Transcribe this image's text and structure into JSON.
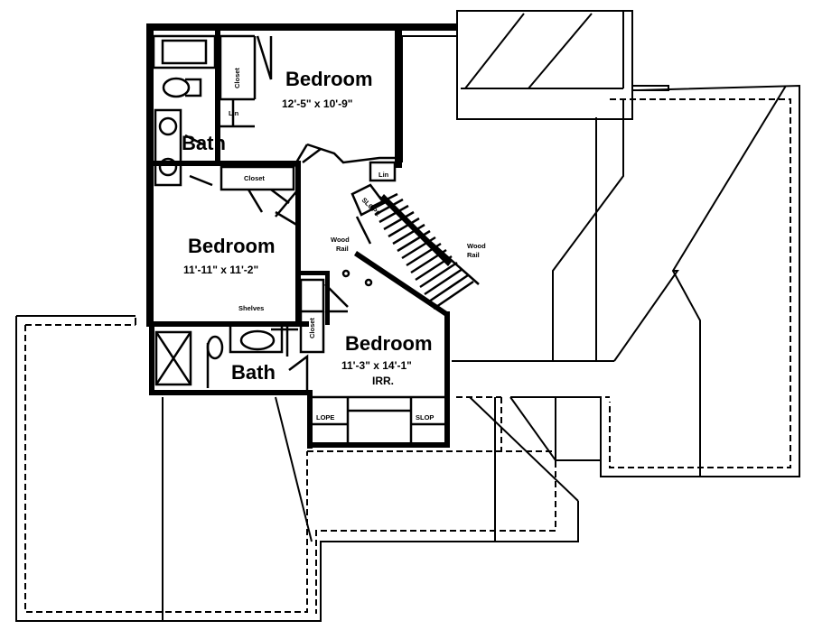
{
  "rooms": {
    "bedroom_top": {
      "name": "Bedroom",
      "dims": "12'-5\" x 10'-9\""
    },
    "bedroom_left": {
      "name": "Bedroom",
      "dims": "11'-11\" x 11'-2\""
    },
    "bedroom_right": {
      "name": "Bedroom",
      "dims": "11'-3\" x 14'-1\"",
      "note": "IRR."
    },
    "bath_top": {
      "name": "Bath"
    },
    "bath_bottom": {
      "name": "Bath"
    }
  },
  "labels": {
    "closet": "Closet",
    "linen": "Lin",
    "wood_rail": "Wood",
    "rail": "Rail",
    "shelves": "Shelves",
    "slope": "SLOPE",
    "slope_partial_left": "LOPE",
    "slope_partial_right": "SLOP"
  }
}
